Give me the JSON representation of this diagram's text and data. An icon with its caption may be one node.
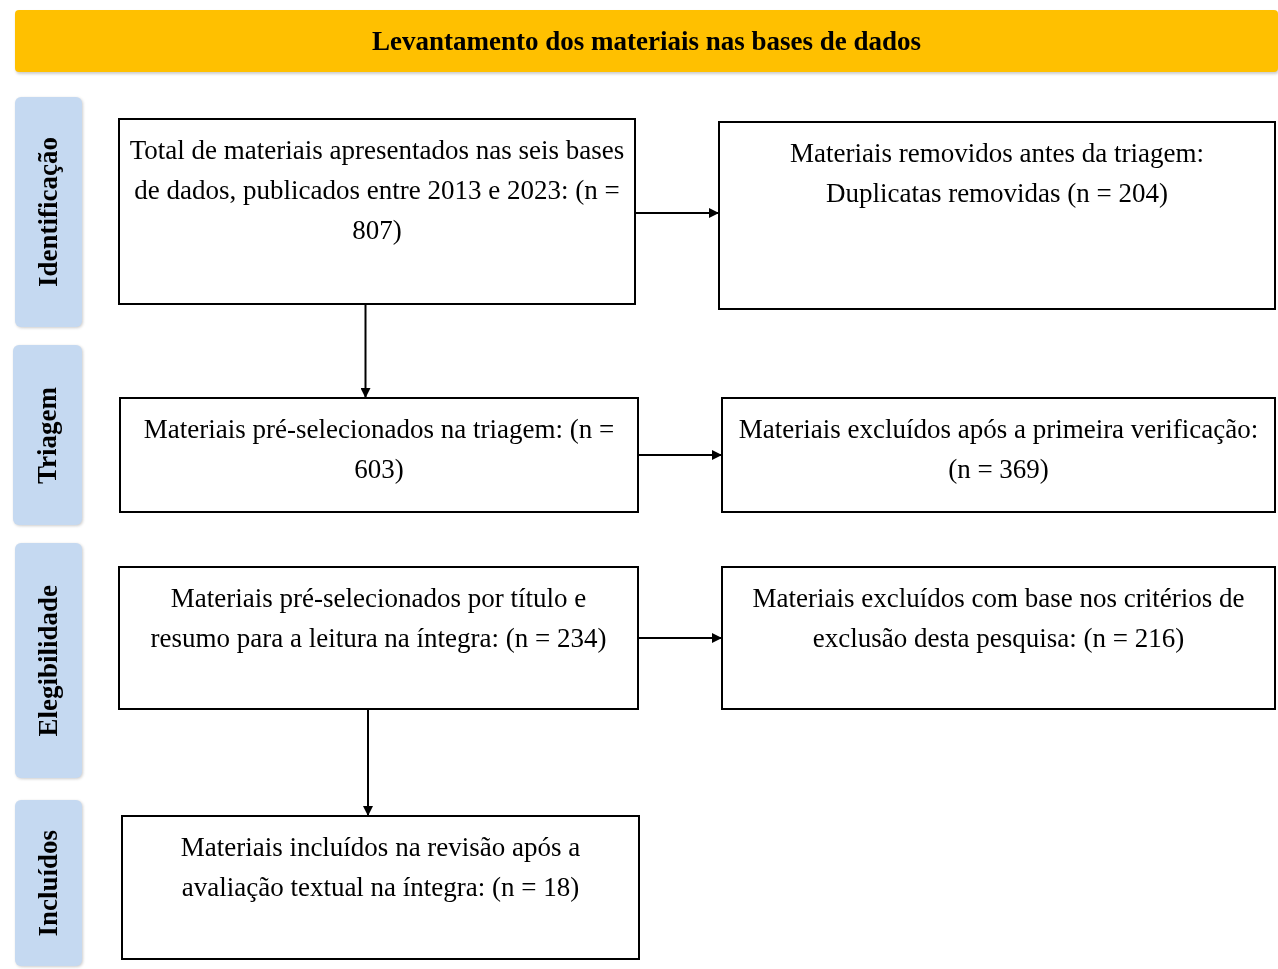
{
  "diagram": {
    "nodes": [
      {
        "text": [
          "Levantamento dos materiais nas bases de dados"
        ]
      },
      {
        "text": [
          "Identificação"
        ]
      },
      {
        "text": [
          "Triagem"
        ]
      },
      {
        "text": [
          "Elegibilidade"
        ]
      },
      {
        "text": [
          "Incluídos"
        ]
      },
      {
        "text": [
          "Total de materiais apresentados nas seis bases de dados, publicados entre 2013 e 2023: (n = 807)"
        ]
      },
      {
        "text": [
          "Materiais removidos antes da triagem:",
          "Duplicatas removidas (n = 204)"
        ]
      },
      {
        "text": [
          "Materiais pré-selecionados na triagem: (n = 603)"
        ]
      },
      {
        "text": [
          "Materiais excluídos após a primeira verificação: (n = 369)"
        ]
      },
      {
        "text": [
          "Materiais pré-selecionados por título e resumo para a leitura na íntegra: (n = 234)"
        ]
      },
      {
        "text": [
          "Materiais excluídos com base nos critérios de exclusão desta pesquisa: (n = 216)"
        ]
      },
      {
        "text": [
          "Materiais incluídos na revisão após a avaliação textual na íntegra: (n = 18)"
        ]
      }
    ],
    "edges": [
      {
        "from": 5,
        "to": 6,
        "arrow": "to"
      },
      {
        "from": 5,
        "to": 7,
        "arrow": "to"
      },
      {
        "from": 7,
        "to": 8,
        "arrow": "to"
      },
      {
        "from": 9,
        "to": 10,
        "arrow": "to"
      },
      {
        "from": 9,
        "to": 11,
        "arrow": "to"
      }
    ]
  }
}
